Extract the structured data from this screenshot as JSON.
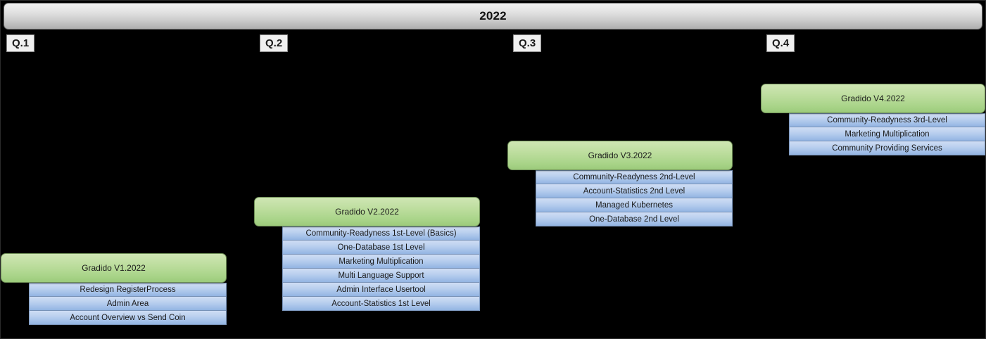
{
  "timeline": {
    "year": "2022",
    "quarters": [
      {
        "label": "Q.1"
      },
      {
        "label": "Q.2"
      },
      {
        "label": "Q.3"
      },
      {
        "label": "Q.4"
      }
    ]
  },
  "colors": {
    "background": "#000000",
    "header_bar": "#cfcfcf",
    "release_green": "#a9d489",
    "release_blue": "#a6c2e9",
    "quarter_box": "#f0f0f0"
  },
  "releases": [
    {
      "title": "Gradido V1.2022",
      "quarter": "Q.1",
      "items": [
        {
          "label": "Redesign RegisterProcess"
        },
        {
          "label": "Admin Area"
        },
        {
          "label": "Account Overview vs Send Coin"
        }
      ]
    },
    {
      "title": "Gradido V2.2022",
      "quarter": "Q.2",
      "items": [
        {
          "label": "Community-Readyness 1st-Level (Basics)"
        },
        {
          "label": "One-Database 1st Level"
        },
        {
          "label": "Marketing Multiplication"
        },
        {
          "label": "Multi Language Support"
        },
        {
          "label": "Admin Interface Usertool"
        },
        {
          "label": "Account-Statistics 1st Level"
        }
      ]
    },
    {
      "title": "Gradido V3.2022",
      "quarter": "Q.3",
      "items": [
        {
          "label": "Community-Readyness 2nd-Level"
        },
        {
          "label": "Account-Statistics 2nd Level"
        },
        {
          "label": "Managed Kubernetes"
        },
        {
          "label": "One-Database 2nd Level"
        }
      ]
    },
    {
      "title": "Gradido V4.2022",
      "quarter": "Q.4",
      "items": [
        {
          "label": "Community-Readyness 3rd-Level"
        },
        {
          "label": "Marketing Multiplication"
        },
        {
          "label": "Community Providing Services"
        }
      ]
    }
  ]
}
